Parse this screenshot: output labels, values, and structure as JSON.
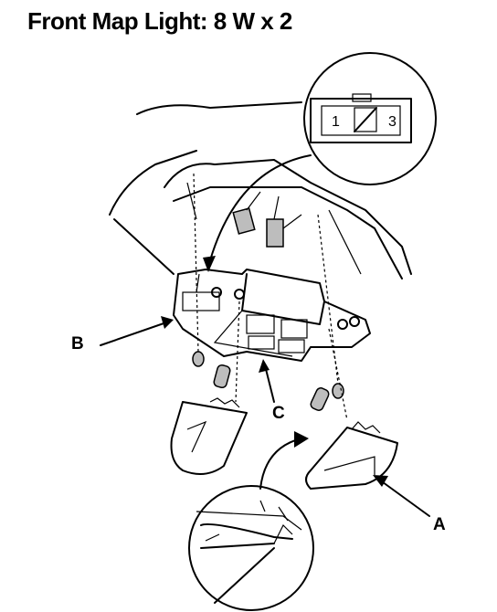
{
  "title": "Front Map Light: 8 W x 2",
  "connector": {
    "pin_left": "1",
    "pin_right": "3"
  },
  "callouts": {
    "a": "A",
    "b": "B",
    "c": "C"
  }
}
